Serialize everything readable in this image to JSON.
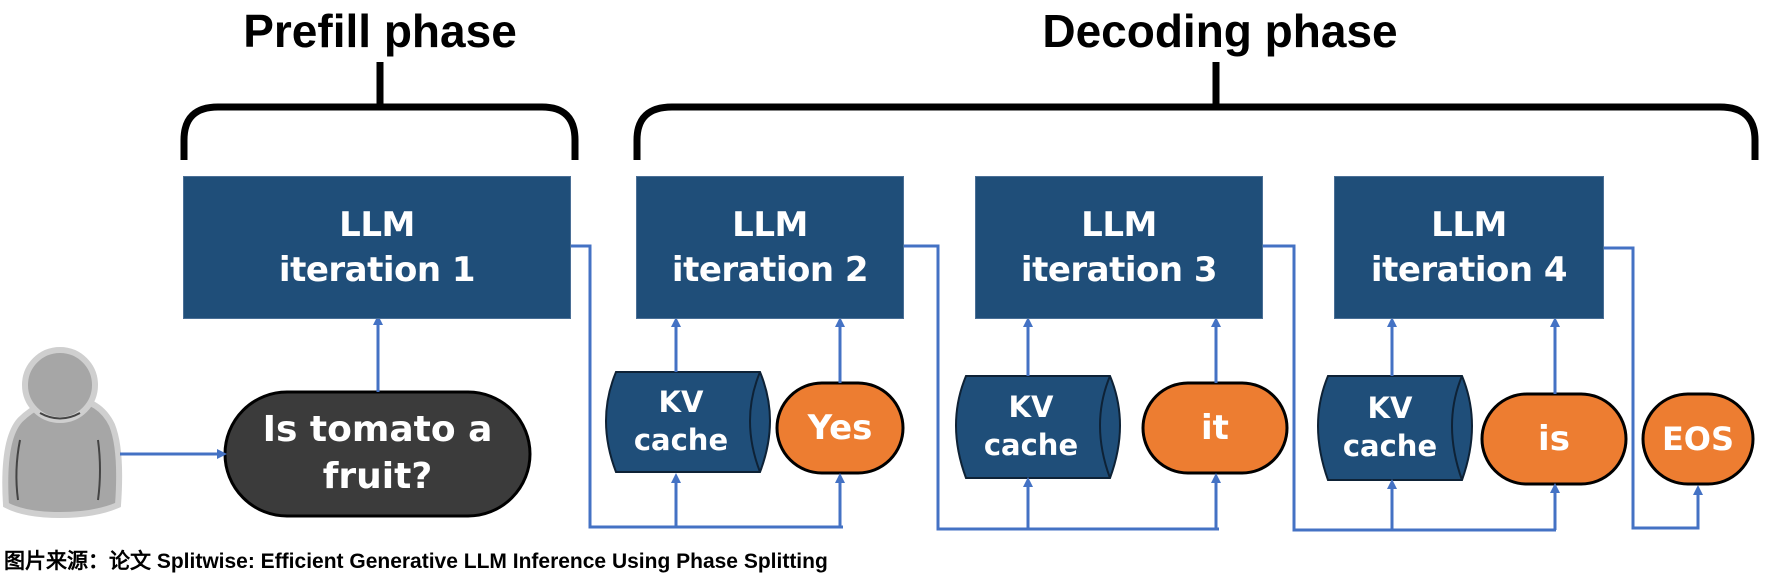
{
  "phases": {
    "prefill": "Prefill phase",
    "decoding": "Decoding phase"
  },
  "llm_iterations": [
    {
      "line1": "LLM",
      "line2": "iteration 1"
    },
    {
      "line1": "LLM",
      "line2": "iteration 2"
    },
    {
      "line1": "LLM",
      "line2": "iteration 3"
    },
    {
      "line1": "LLM",
      "line2": "iteration 4"
    }
  ],
  "prompt": {
    "line1": "Is tomato a",
    "line2": "fruit?"
  },
  "kv_cache": {
    "line1": "KV",
    "line2": "cache"
  },
  "tokens": [
    "Yes",
    "it",
    "is",
    "EOS"
  ],
  "caption": "图片来源：论文 Splitwise: Efficient Generative LLM Inference Using Phase Splitting",
  "colors": {
    "llm_box": "#1f4e79",
    "token": "#ed7d31",
    "prompt": "#3b3b3b",
    "arrow": "#4472c4",
    "user": "#a6a6a6"
  }
}
